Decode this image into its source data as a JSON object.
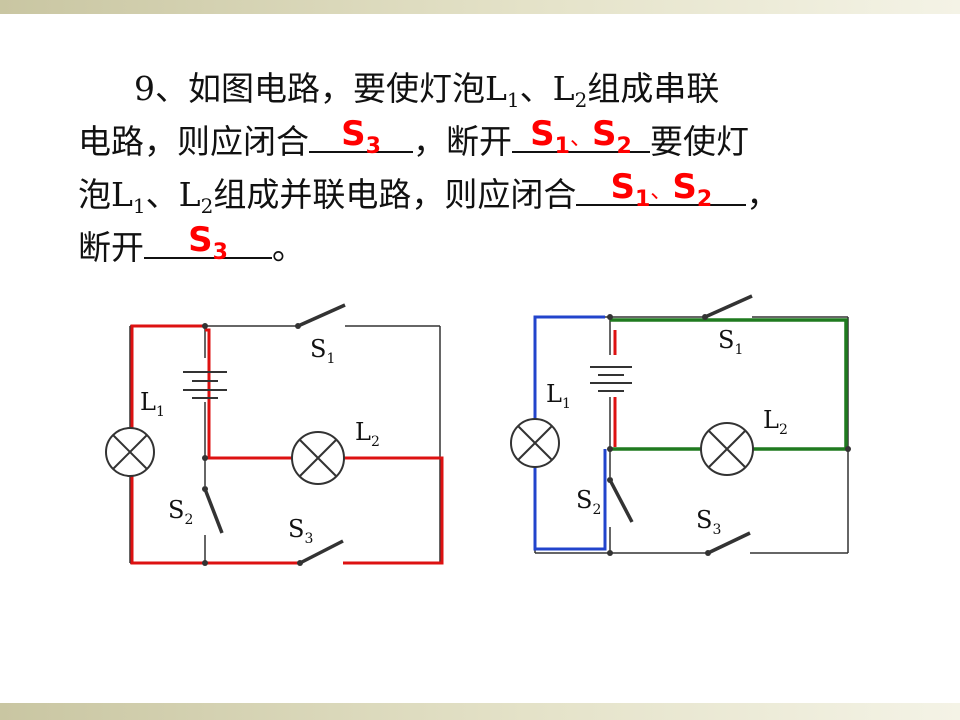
{
  "question": {
    "line1": {
      "prefix": "9、如图电路，要使灯泡L",
      "s1": "1",
      "mid": "、L",
      "s2": "2",
      "suffix": "组成串联"
    },
    "line2": {
      "prefix": "电路，则应闭合",
      "after_blank1": "，断开",
      "after_blank2": "要使灯"
    },
    "line3": {
      "prefix": "泡L",
      "s1": "1",
      "mid": "、L",
      "s2": "2",
      "text": "组成并联电路，则应闭合",
      "suffix": "，"
    },
    "line4": {
      "prefix": "断开",
      "suffix": "。"
    }
  },
  "answers": {
    "series_close": {
      "letter": "S",
      "sub": "3"
    },
    "series_open": {
      "a": "S",
      "a_sub": "1",
      "sep": "、",
      "b": "S",
      "b_sub": "2"
    },
    "parallel_close": {
      "a": "S",
      "a_sub": "1",
      "sep": "、",
      "b": "S",
      "b_sub": "2"
    },
    "parallel_open": {
      "letter": "S",
      "sub": "3"
    }
  },
  "diagram_labels": {
    "L1": {
      "main": "L",
      "sub": "1"
    },
    "L2": {
      "main": "L",
      "sub": "2"
    },
    "S1": {
      "main": "S",
      "sub": "1"
    },
    "S2": {
      "main": "S",
      "sub": "2"
    },
    "S3": {
      "main": "S",
      "sub": "3"
    }
  },
  "colors": {
    "text": "#111111",
    "answer": "#ff0000",
    "wire": "#333333",
    "series_path": "#dd1111",
    "parallel_l1_path": "#2244cc",
    "parallel_l2_path": "#1f7a1f",
    "band": "#d9d7b8"
  }
}
